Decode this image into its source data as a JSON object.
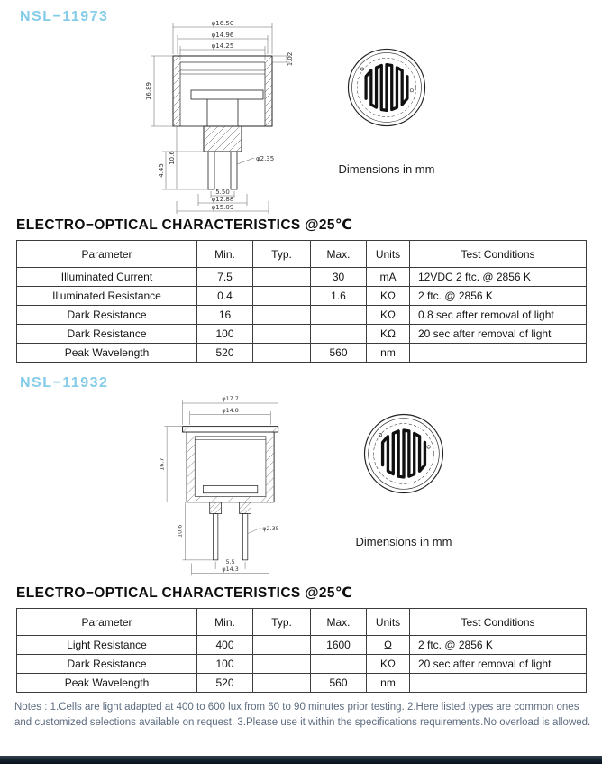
{
  "colors": {
    "model_title": "#84cce8",
    "footer_bar": "#13202c",
    "table_border": "#3c3c3c"
  },
  "sections": [
    {
      "model": "NSL−11973",
      "dimensions_note": "Dimensions in mm",
      "heading": "ELECTRO−OPTICAL CHARACTERISTICS @25℃",
      "dims": {
        "top1": "φ16.50",
        "top2": "φ14.96",
        "top3": "φ14.25",
        "cap_lip": "1.02",
        "height": "16.89",
        "lead_len": "4.45",
        "lower_height": "10.6",
        "lead_dia": "φ2.35",
        "lead_spacing": "5.50",
        "base_dia": "φ12.88",
        "bottom_dia": "φ15.09"
      },
      "table": {
        "headers": [
          "Parameter",
          "Min.",
          "Typ.",
          "Max.",
          "Units",
          "Test Conditions"
        ],
        "rows": [
          [
            "Illuminated Current",
            "7.5",
            "",
            "30",
            "mA",
            "12VDC  2 ftc. @ 2856 K"
          ],
          [
            "Illuminated Resistance",
            "0.4",
            "",
            "1.6",
            "KΩ",
            "2 ftc. @ 2856 K"
          ],
          [
            "Dark Resistance",
            "16",
            "",
            "",
            "KΩ",
            "0.8 sec after removal of light"
          ],
          [
            "Dark Resistance",
            "100",
            "",
            "",
            "KΩ",
            "20 sec after removal of light"
          ],
          [
            "Peak Wavelength",
            "520",
            "",
            "560",
            "nm",
            ""
          ]
        ]
      }
    },
    {
      "model": "NSL−11932",
      "dimensions_note": "Dimensions in mm",
      "heading": "ELECTRO−OPTICAL CHARACTERISTICS @25℃",
      "dims": {
        "top1": "φ17.7",
        "top2": "φ14.8",
        "height": "16.7",
        "lower_height": "10.6",
        "lead_dia": "φ2.35",
        "lead_spacing": "5.5",
        "bottom_dia": "φ14.3"
      },
      "table": {
        "headers": [
          "Parameter",
          "Min.",
          "Typ.",
          "Max.",
          "Units",
          "Test Conditions"
        ],
        "rows": [
          [
            "Light Resistance",
            "400",
            "",
            "1600",
            "Ω",
            "2 ftc. @ 2856 K"
          ],
          [
            "Dark Resistance",
            "100",
            "",
            "",
            "KΩ",
            "20 sec after removal of light"
          ],
          [
            "Peak Wavelength",
            "520",
            "",
            "560",
            "nm",
            ""
          ]
        ]
      }
    }
  ],
  "notes": "Notes : 1.Cells are light adapted at 400 to 600 lux from 60 to 90 minutes prior testing.  2.Here listed types are common ones and customized selections available on request.  3.Please use it within the specifications requirements.No overload is allowed."
}
